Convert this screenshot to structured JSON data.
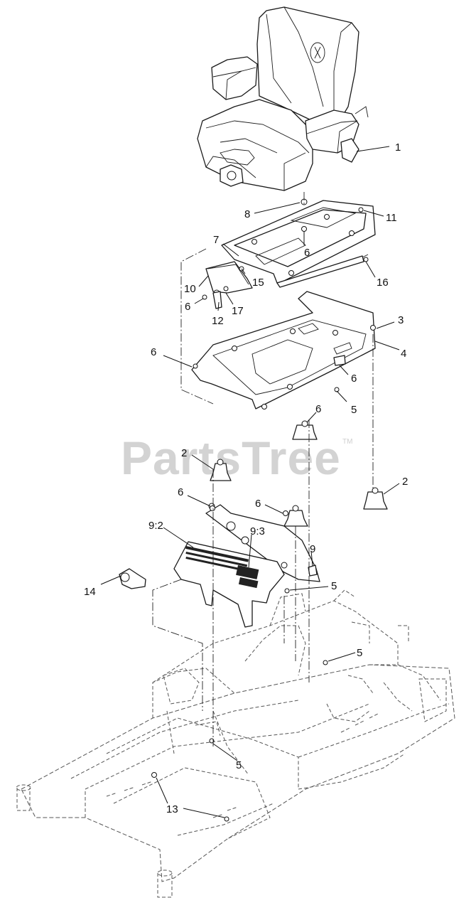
{
  "watermark": {
    "text": "PartsTree",
    "trademark": "TM"
  },
  "callouts": [
    {
      "id": "c1",
      "label": "1"
    },
    {
      "id": "c8",
      "label": "8"
    },
    {
      "id": "c11",
      "label": "11"
    },
    {
      "id": "c7",
      "label": "7"
    },
    {
      "id": "c6a",
      "label": "6"
    },
    {
      "id": "c10",
      "label": "10"
    },
    {
      "id": "c15",
      "label": "15"
    },
    {
      "id": "c16",
      "label": "16"
    },
    {
      "id": "c6b",
      "label": "6"
    },
    {
      "id": "c17",
      "label": "17"
    },
    {
      "id": "c12",
      "label": "12"
    },
    {
      "id": "c3",
      "label": "3"
    },
    {
      "id": "c4",
      "label": "4"
    },
    {
      "id": "c6c",
      "label": "6"
    },
    {
      "id": "c6d",
      "label": "6"
    },
    {
      "id": "c5a",
      "label": "5"
    },
    {
      "id": "c6e",
      "label": "6"
    },
    {
      "id": "c2a",
      "label": "2"
    },
    {
      "id": "c2b",
      "label": "2"
    },
    {
      "id": "c6f",
      "label": "6"
    },
    {
      "id": "c6g",
      "label": "6"
    },
    {
      "id": "c92",
      "label": "9:2"
    },
    {
      "id": "c93",
      "label": "9:3"
    },
    {
      "id": "c9",
      "label": "9"
    },
    {
      "id": "c14",
      "label": "14"
    },
    {
      "id": "c5b",
      "label": "5"
    },
    {
      "id": "c5c",
      "label": "5"
    },
    {
      "id": "c5d",
      "label": "5"
    },
    {
      "id": "c13",
      "label": "13"
    }
  ]
}
